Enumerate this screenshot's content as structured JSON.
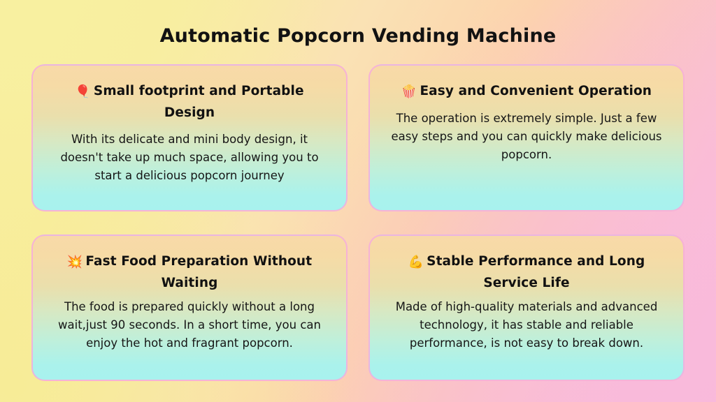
{
  "page": {
    "title": "Automatic Popcorn Vending Machine",
    "background": {
      "from": "#f7f0a2",
      "mid": "#fcd3ad",
      "to": "#f9bede"
    }
  },
  "theme": {
    "card_border": "#f6aade",
    "card_gradient_top": "#f8d9a8",
    "card_gradient_bottom": "#a8f2ee",
    "text_color": "#111111"
  },
  "cards": [
    {
      "icon": "balloon-emoji",
      "icon_glyph": "🎈",
      "heading": "Small footprint and Portable Design",
      "body": "With its delicate and mini body design, it doesn't take up much space, allowing you to start a delicious popcorn journey"
    },
    {
      "icon": "popcorn-emoji",
      "icon_glyph": "🍿",
      "heading": "Easy and Convenient Operation",
      "body": "The operation is extremely simple. Just a few easy steps and you can quickly make delicious popcorn."
    },
    {
      "icon": "collision-emoji",
      "icon_glyph": "💥",
      "heading": "Fast Food Preparation Without Waiting",
      "body": "The food is prepared quickly without a long wait,just 90 seconds. In a short time, you can enjoy the hot and fragrant popcorn."
    },
    {
      "icon": "flexed-biceps-emoji",
      "icon_glyph": "💪",
      "heading": "Stable Performance and Long Service Life",
      "body": "Made of high-quality materials and advanced technology, it has stable and reliable performance, is not easy to break down."
    }
  ]
}
